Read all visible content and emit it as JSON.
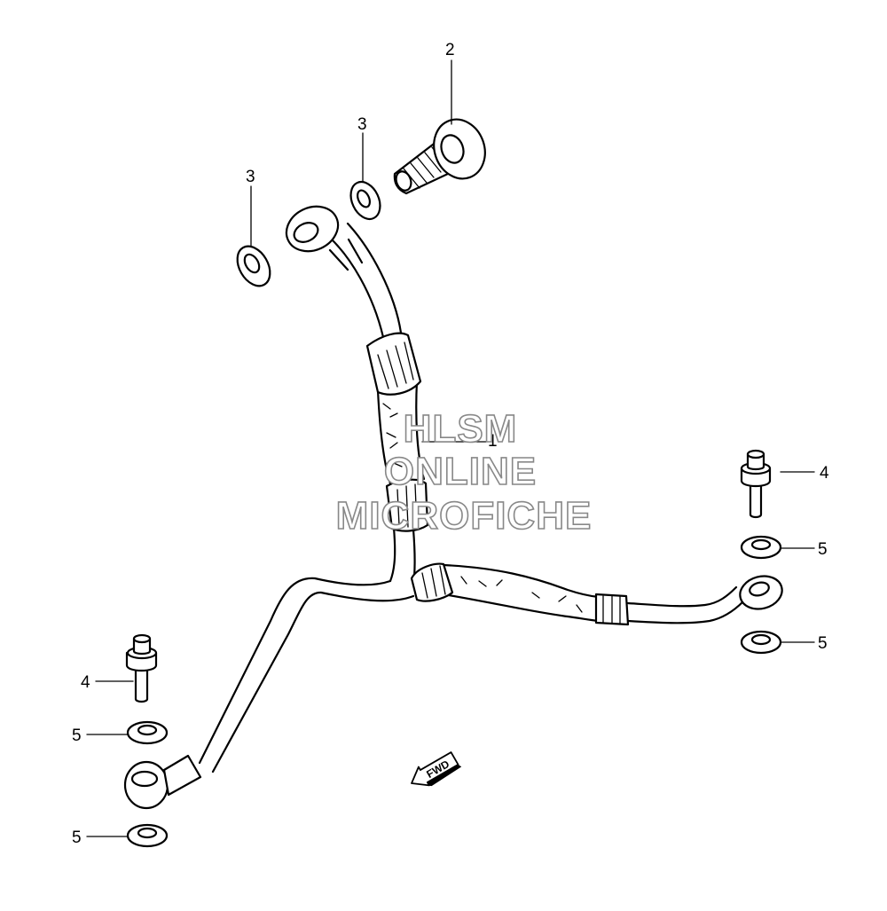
{
  "watermark": {
    "line1": "HLSM",
    "line2": "ONLINE",
    "line3": "MICROFICHE",
    "color": "#888888"
  },
  "callouts": {
    "hose_assy": "1",
    "union_bolt": "2",
    "washer_upper_right": "3",
    "washer_upper_left": "3",
    "bolt_right": "4",
    "bolt_left": "4",
    "washer_right_upper": "5",
    "washer_right_lower": "5",
    "washer_left_upper": "5",
    "washer_left_lower": "5"
  },
  "forward_arrow": {
    "label": "FWD"
  },
  "colors": {
    "line": "#000000",
    "background": "#ffffff"
  }
}
